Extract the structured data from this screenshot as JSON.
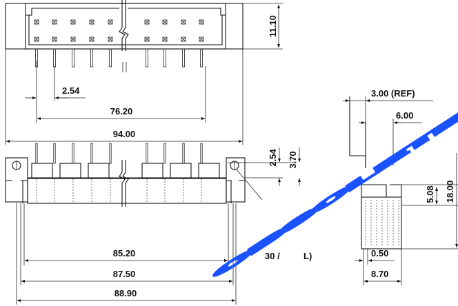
{
  "dimensions": {
    "height_top": "11.10",
    "pitch": "2.54",
    "row_span": "76.20",
    "overall_length": "94.00",
    "ref_depth": "3.00 (REF)",
    "depth": "6.00",
    "pin_above": "2.54",
    "pin_offset": "3.70",
    "side_height_a": "5.08",
    "side_height_b": "18.00",
    "hole_span": "85.20",
    "flange_span": "87.50",
    "body_width": "88.90",
    "partial_label": "30 /",
    "partial_label_2": "L)",
    "tail_width": "0.50",
    "side_width": "8.70"
  },
  "watermark": {
    "text": "OBSOLETE",
    "color": "#1a52ff"
  }
}
